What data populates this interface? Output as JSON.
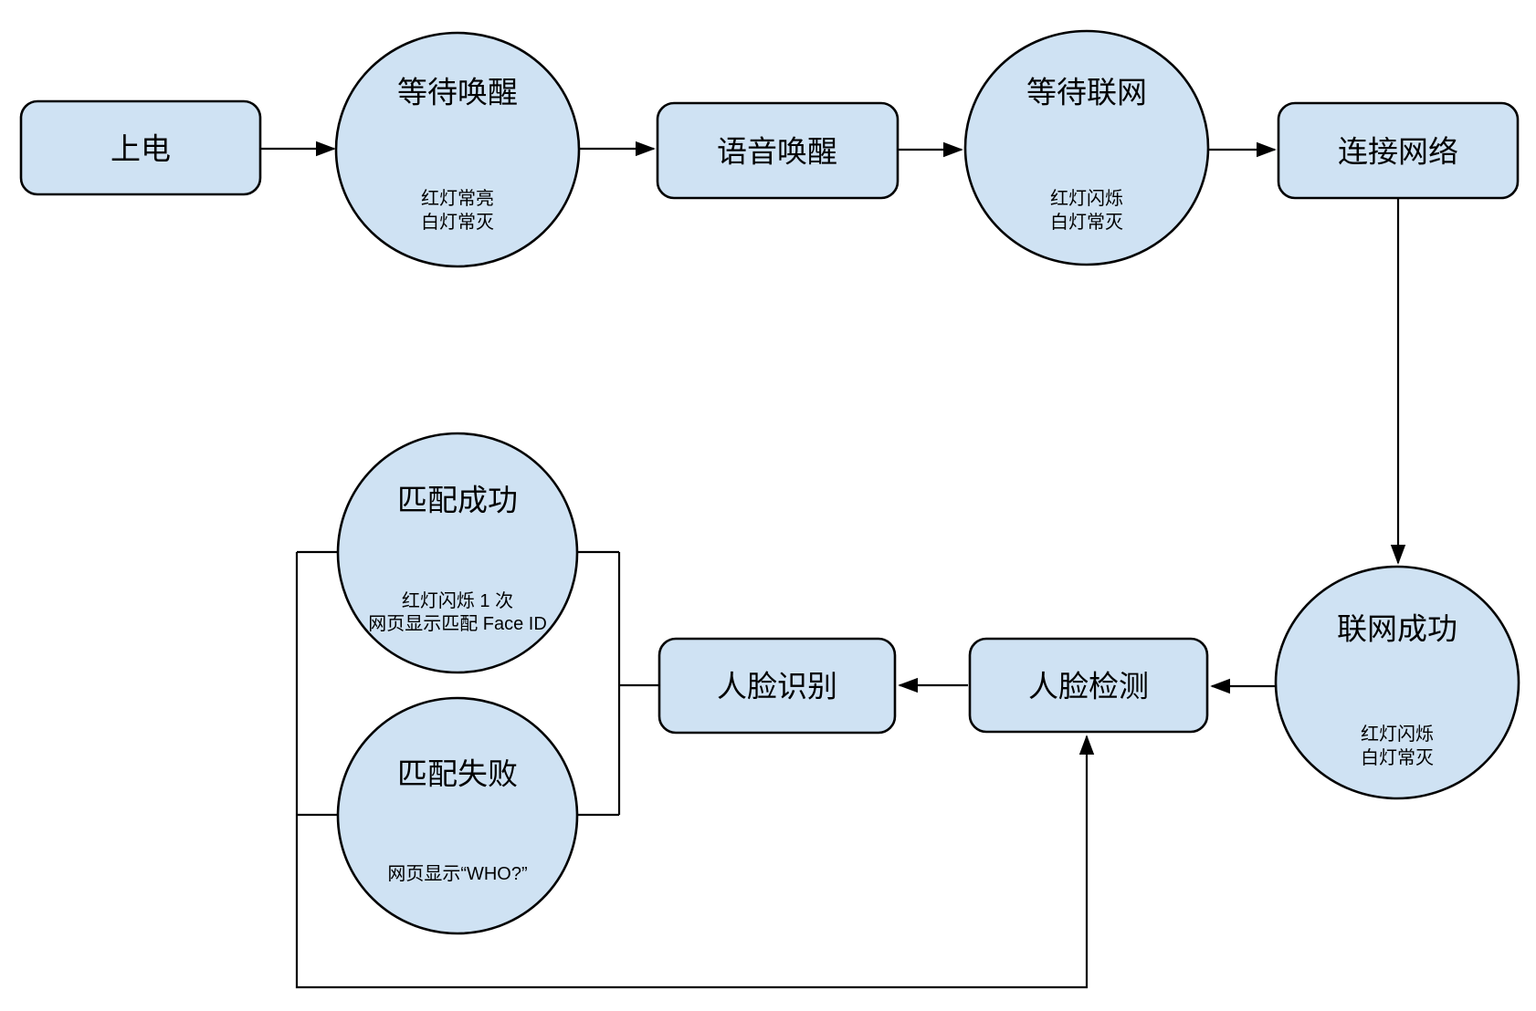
{
  "diagram": {
    "colors": {
      "background": "#ffffff",
      "node_fill": "#cfe2f3",
      "node_stroke": "#000000",
      "text": "#000000"
    },
    "nodes": {
      "power_on": {
        "label": "上电"
      },
      "wait_wake": {
        "label": "等待唤醒",
        "sub": [
          "红灯常亮",
          "白灯常灭"
        ]
      },
      "voice_wake": {
        "label": "语音唤醒"
      },
      "wait_network": {
        "label": "等待联网",
        "sub": [
          "红灯闪烁",
          "白灯常灭"
        ]
      },
      "connect_network": {
        "label": "连接网络"
      },
      "network_success": {
        "label": "联网成功",
        "sub": [
          "红灯闪烁",
          "白灯常灭"
        ]
      },
      "face_detect": {
        "label": "人脸检测"
      },
      "face_recognition": {
        "label": "人脸识别"
      },
      "match_success": {
        "label": "匹配成功",
        "sub": [
          "红灯闪烁 1 次",
          "网页显示匹配 Face ID"
        ]
      },
      "match_fail": {
        "label": "匹配失败",
        "sub": [
          "网页显示“WHO?”"
        ]
      }
    }
  }
}
